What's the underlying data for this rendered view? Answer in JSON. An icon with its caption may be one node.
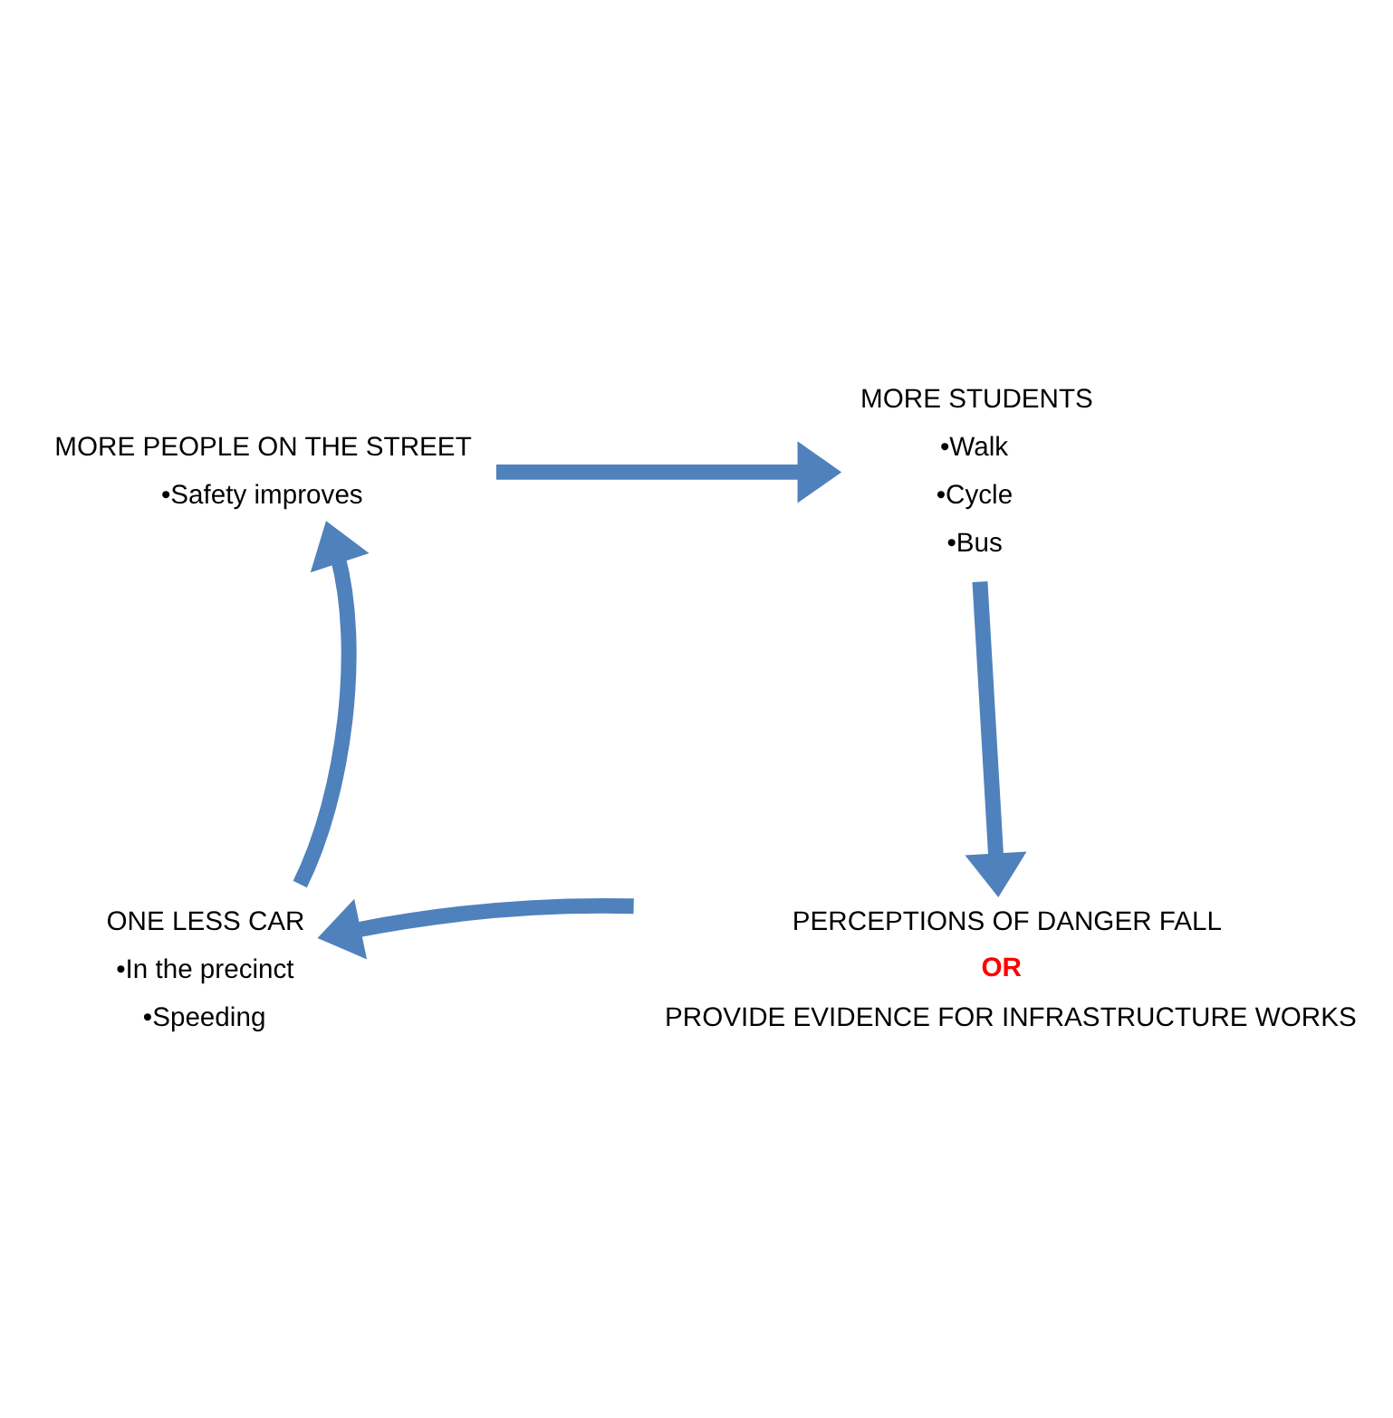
{
  "diagram": {
    "nodes": [
      {
        "text": [
          "MORE PEOPLE ON THE STREET",
          "•Safety improves"
        ]
      },
      {
        "text": [
          "MORE STUDENTS",
          "•Walk",
          "•Cycle",
          "•Bus"
        ]
      },
      {
        "text": [
          "PERCEPTIONS OF DANGER FALL",
          "OR",
          "PROVIDE EVIDENCE FOR INFRASTRUCTURE WORKS"
        ]
      },
      {
        "text": [
          "ONE LESS CAR",
          "•In the precinct",
          "•Speeding"
        ]
      }
    ],
    "edges": [
      {
        "from": 0,
        "to": 1,
        "arrow": "to"
      },
      {
        "from": 1,
        "to": 2,
        "arrow": "to"
      },
      {
        "from": 2,
        "to": 3,
        "arrow": "to"
      },
      {
        "from": 3,
        "to": 0,
        "arrow": "to"
      }
    ]
  }
}
